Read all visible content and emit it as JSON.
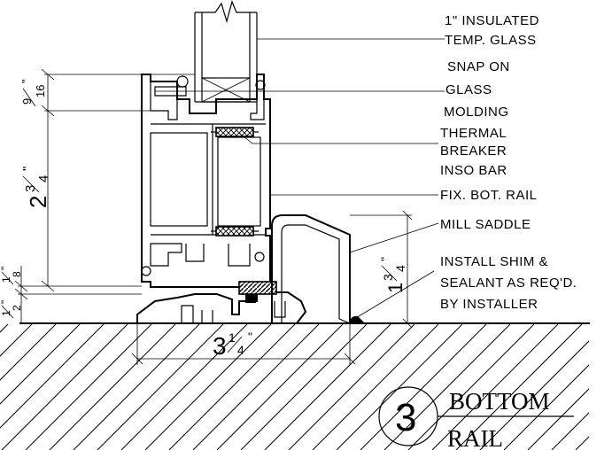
{
  "callouts": {
    "glass": "1\" INSULATED TEMP. GLASS",
    "glass_line1": "1\" INSULATED",
    "glass_line2": "TEMP. GLASS",
    "molding_line1": "SNAP ON",
    "molding_line2": "GLASS",
    "molding_line3": "MOLDING",
    "thermal_line1": "THERMAL",
    "thermal_line2": "BREAKER",
    "thermal_line3": "INSO BAR",
    "rail": "FIX. BOT. RAIL",
    "saddle": "MILL SADDLE",
    "shim_line1": "INSTALL SHIM &",
    "shim_line2": "SEALANT AS REQ'D.",
    "shim_line3": "BY INSTALLER"
  },
  "dimensions": {
    "top_num": "9",
    "top_den": "16",
    "top_unit": "\"",
    "mid_whole": "2",
    "mid_num": "3",
    "mid_den": "4",
    "mid_unit": "\"",
    "small_num": "1",
    "small_den": "8",
    "small_unit": "\"",
    "bottom_num": "1",
    "bottom_den": "2",
    "bottom_unit": "\"",
    "right_whole": "1",
    "right_num": "3",
    "right_den": "4",
    "right_unit": "\"",
    "width_whole": "3",
    "width_num": "1",
    "width_den": "4",
    "width_unit": "\""
  },
  "title_block": {
    "number": "3",
    "title_line1": "BOTTOM",
    "title_line2": "RAIL"
  }
}
